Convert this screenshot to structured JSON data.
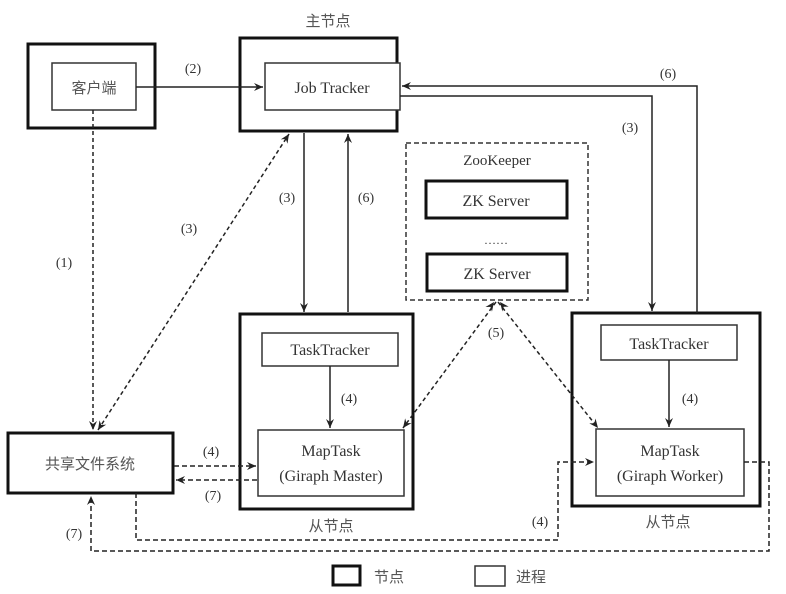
{
  "title": "Giraph on Hadoop architecture",
  "master_node": {
    "caption": "主节点",
    "process": "Job Tracker"
  },
  "client": {
    "process": "客户端"
  },
  "shared_fs": {
    "label": "共享文件系统"
  },
  "zookeeper": {
    "title": "ZooKeeper",
    "servers": [
      "ZK Server",
      "ZK Server"
    ],
    "ellipsis": "……"
  },
  "slave_nodes": [
    {
      "caption": "从节点",
      "tasktracker": "TaskTracker",
      "maptask_line1": "MapTask",
      "maptask_line2": "(Giraph Master)"
    },
    {
      "caption": "从节点",
      "tasktracker": "TaskTracker",
      "maptask_line1": "MapTask",
      "maptask_line2": "(Giraph Worker)"
    }
  ],
  "edge_labels": {
    "client_to_fs": "(1)",
    "client_to_jt": "(2)",
    "fs_to_jt": "(3)",
    "jt_to_slave1": "(3)",
    "slave1_to_jt": "(6)",
    "jt_to_slave2": "(3)",
    "slave2_to_jt": "(6)",
    "tt1_to_mt1": "(4)",
    "tt2_to_mt2": "(4)",
    "fs_to_mt1": "(4)",
    "mt1_to_fs": "(7)",
    "zk_link": "(5)",
    "fs_to_mt2": "(4)",
    "mt2_to_fs": "(7)"
  },
  "legend": {
    "node": "节点",
    "process": "进程"
  }
}
